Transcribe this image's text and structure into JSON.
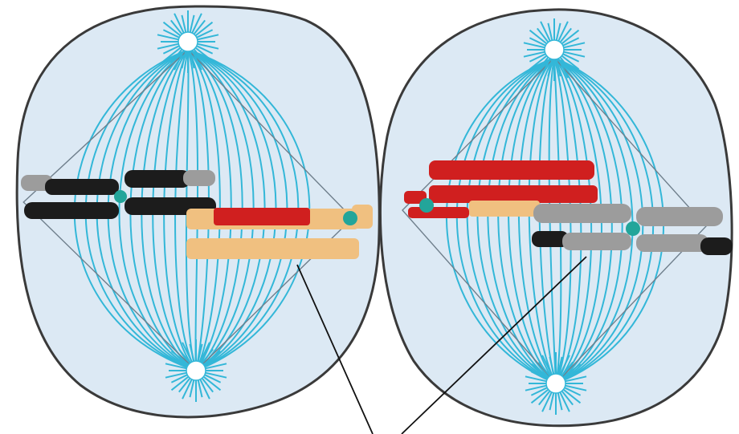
{
  "diagram": {
    "cells": [
      {
        "name": "left-cell",
        "chromosomes": [
          {
            "name": "black-gray-chromosome",
            "colors": [
              "#1c1c1c",
              "#9c9c9c"
            ]
          },
          {
            "name": "red-tan-chromosome",
            "colors": [
              "#d01f1f",
              "#f0c080"
            ]
          }
        ]
      },
      {
        "name": "right-cell",
        "chromosomes": [
          {
            "name": "red-tan-chromosome",
            "colors": [
              "#d01f1f",
              "#f0c080"
            ]
          },
          {
            "name": "gray-black-chromosome",
            "colors": [
              "#9c9c9c",
              "#1c1c1c"
            ]
          }
        ]
      }
    ],
    "colors": {
      "cytoplasm": "#dce9f4",
      "membrane": "#3a3a3a",
      "spindle": "#33b7d8",
      "centromere": "#23a59a",
      "black": "#1c1c1c",
      "gray": "#9c9c9c",
      "red": "#d01f1f",
      "tan": "#f0c080",
      "pointer": "#111111"
    },
    "icons": [
      "centrosome-icon",
      "centromere-icon"
    ]
  }
}
